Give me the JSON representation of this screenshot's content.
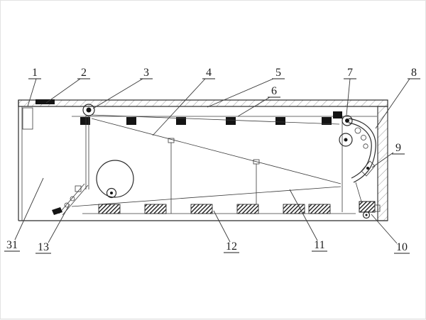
{
  "figure": {
    "kind": "technical-line-drawing",
    "labels": {
      "l1": "1",
      "l2": "2",
      "l3": "3",
      "l4": "4",
      "l5": "5",
      "l6": "6",
      "l7": "7",
      "l8": "8",
      "l9": "9",
      "l10": "10",
      "l11": "11",
      "l12": "12",
      "l13": "13",
      "l31": "31"
    },
    "colors": {
      "line": "#2b2b2b",
      "dark_fill": "#141414",
      "background": "#ffffff"
    }
  }
}
